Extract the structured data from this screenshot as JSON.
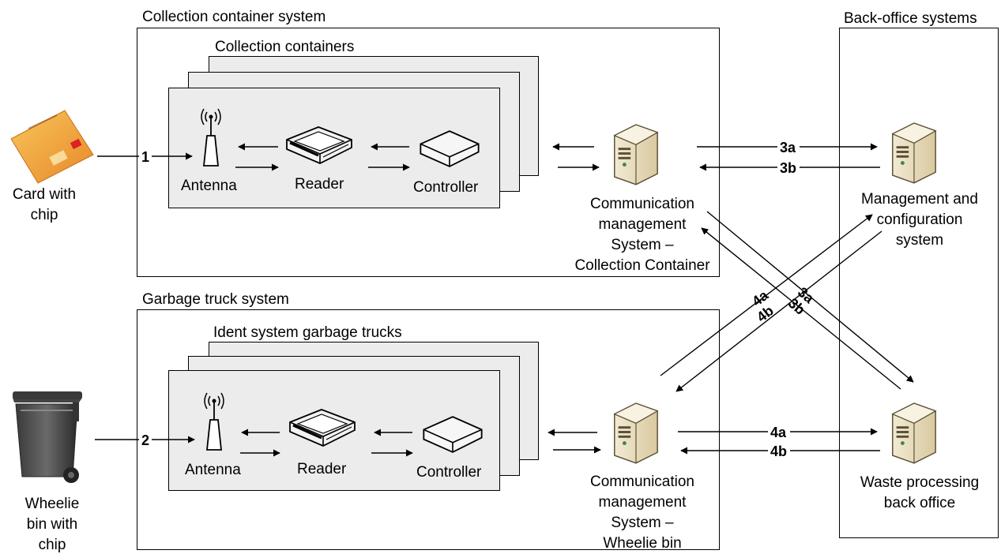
{
  "groups": {
    "collection": {
      "title": "Collection container system",
      "stack_title": "Collection containers"
    },
    "truck": {
      "title": "Garbage truck system",
      "stack_title": "Ident system garbage trucks"
    },
    "backoffice": {
      "title": "Back-office systems"
    }
  },
  "components": {
    "antenna": "Antenna",
    "reader": "Reader",
    "controller": "Controller"
  },
  "external": {
    "card": [
      "Card with",
      "chip"
    ],
    "bin": [
      "Wheelie",
      "bin with",
      "chip"
    ]
  },
  "servers": {
    "cms_collection": [
      "Communication",
      "management",
      "System –",
      "Collection Container"
    ],
    "cms_wheelie": [
      "Communication",
      "management",
      "System –",
      "Wheelie bin"
    ],
    "mgmt": [
      "Management and",
      "configuration",
      "system"
    ],
    "waste": [
      "Waste processing",
      "back office"
    ]
  },
  "flow_labels": {
    "one": "1",
    "two": "2",
    "three_a": "3a",
    "three_b": "3b",
    "four_a": "4a",
    "four_b": "4b"
  },
  "icons": [
    "card-with-chip-icon",
    "wheelie-bin-icon",
    "antenna-icon",
    "reader-device-icon",
    "controller-device-icon",
    "server-tower-icon"
  ]
}
